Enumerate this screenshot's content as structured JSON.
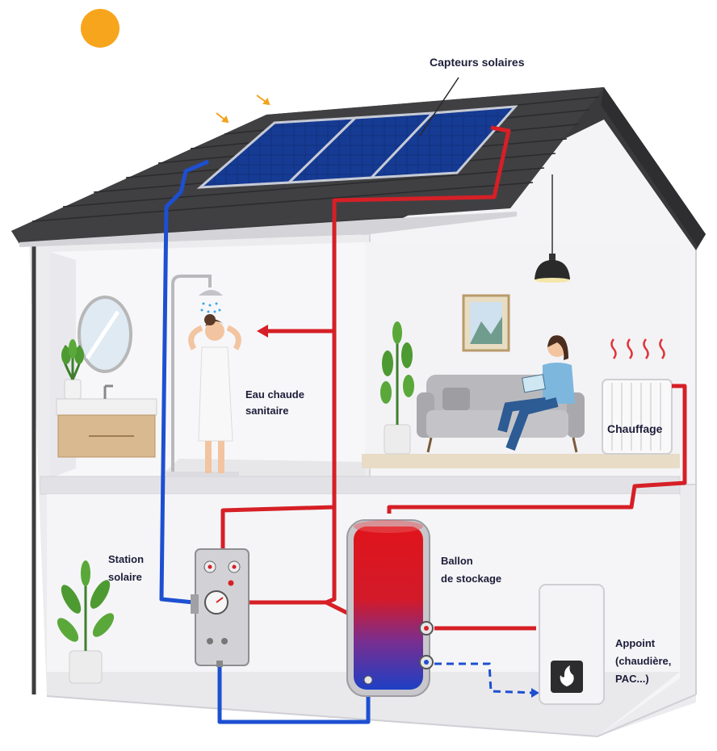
{
  "labels": {
    "capteurs": "Capteurs solaires",
    "eau_chaude_1": "Eau chaude",
    "eau_chaude_2": "sanitaire",
    "chauffage": "Chauffage",
    "station_1": "Station",
    "station_2": "solaire",
    "ballon_1": "Ballon",
    "ballon_2": "de stockage",
    "appoint_1": "Appoint",
    "appoint_2": "(chaudière,",
    "appoint_3": "PAC...)"
  },
  "colors": {
    "hot_pipe": "#d61f26",
    "cold_pipe": "#1d4fd1",
    "roof": "#3a3a3a",
    "panel": "#0f2a6e",
    "sun": "#f7a51c",
    "text": "#1d1d3a"
  },
  "icons": [
    "sun-icon",
    "solar-panel-icon",
    "shower-icon",
    "radiator-icon",
    "flame-icon",
    "plant-icon",
    "lamp-icon"
  ]
}
